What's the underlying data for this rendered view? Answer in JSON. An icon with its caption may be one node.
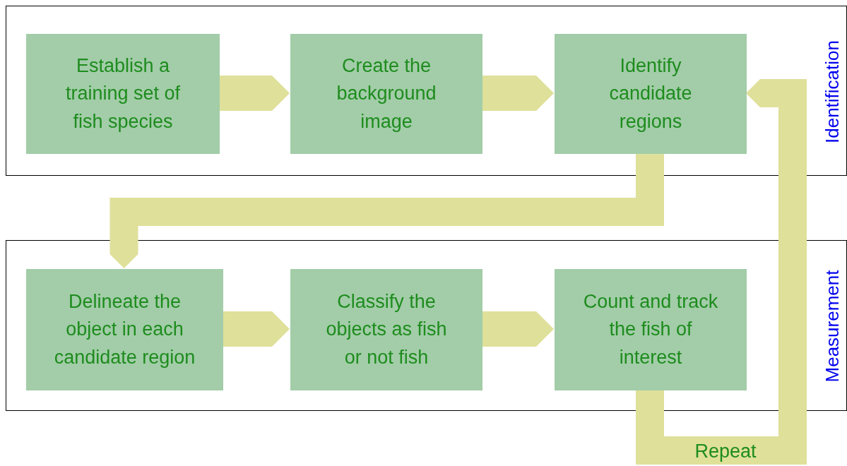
{
  "diagram": {
    "nodes": [
      {
        "text": [
          "Identification"
        ]
      },
      {
        "text": [
          "Establish a training set of fish species"
        ],
        "in": 0
      },
      {
        "text": [
          "Create the background image"
        ],
        "in": 0
      },
      {
        "text": [
          "Identify candidate regions"
        ],
        "in": 0
      },
      {
        "text": [
          "Measurement"
        ]
      },
      {
        "text": [
          "Delineate the object in each candidate region"
        ],
        "in": 4
      },
      {
        "text": [
          "Classify the objects as fish or not fish"
        ],
        "in": 4
      },
      {
        "text": [
          "Count and track the fish of interest"
        ],
        "in": 4
      }
    ],
    "edges": [
      {
        "from": 1,
        "to": 2,
        "arrow": "to"
      },
      {
        "from": 2,
        "to": 3,
        "arrow": "to"
      },
      {
        "from": 3,
        "to": 5,
        "arrow": "to"
      },
      {
        "from": 5,
        "to": 6,
        "arrow": "to"
      },
      {
        "from": 6,
        "to": 7,
        "arrow": "to"
      },
      {
        "from": 7,
        "to": 3,
        "arrow": "to",
        "label": "Repeat"
      }
    ]
  }
}
